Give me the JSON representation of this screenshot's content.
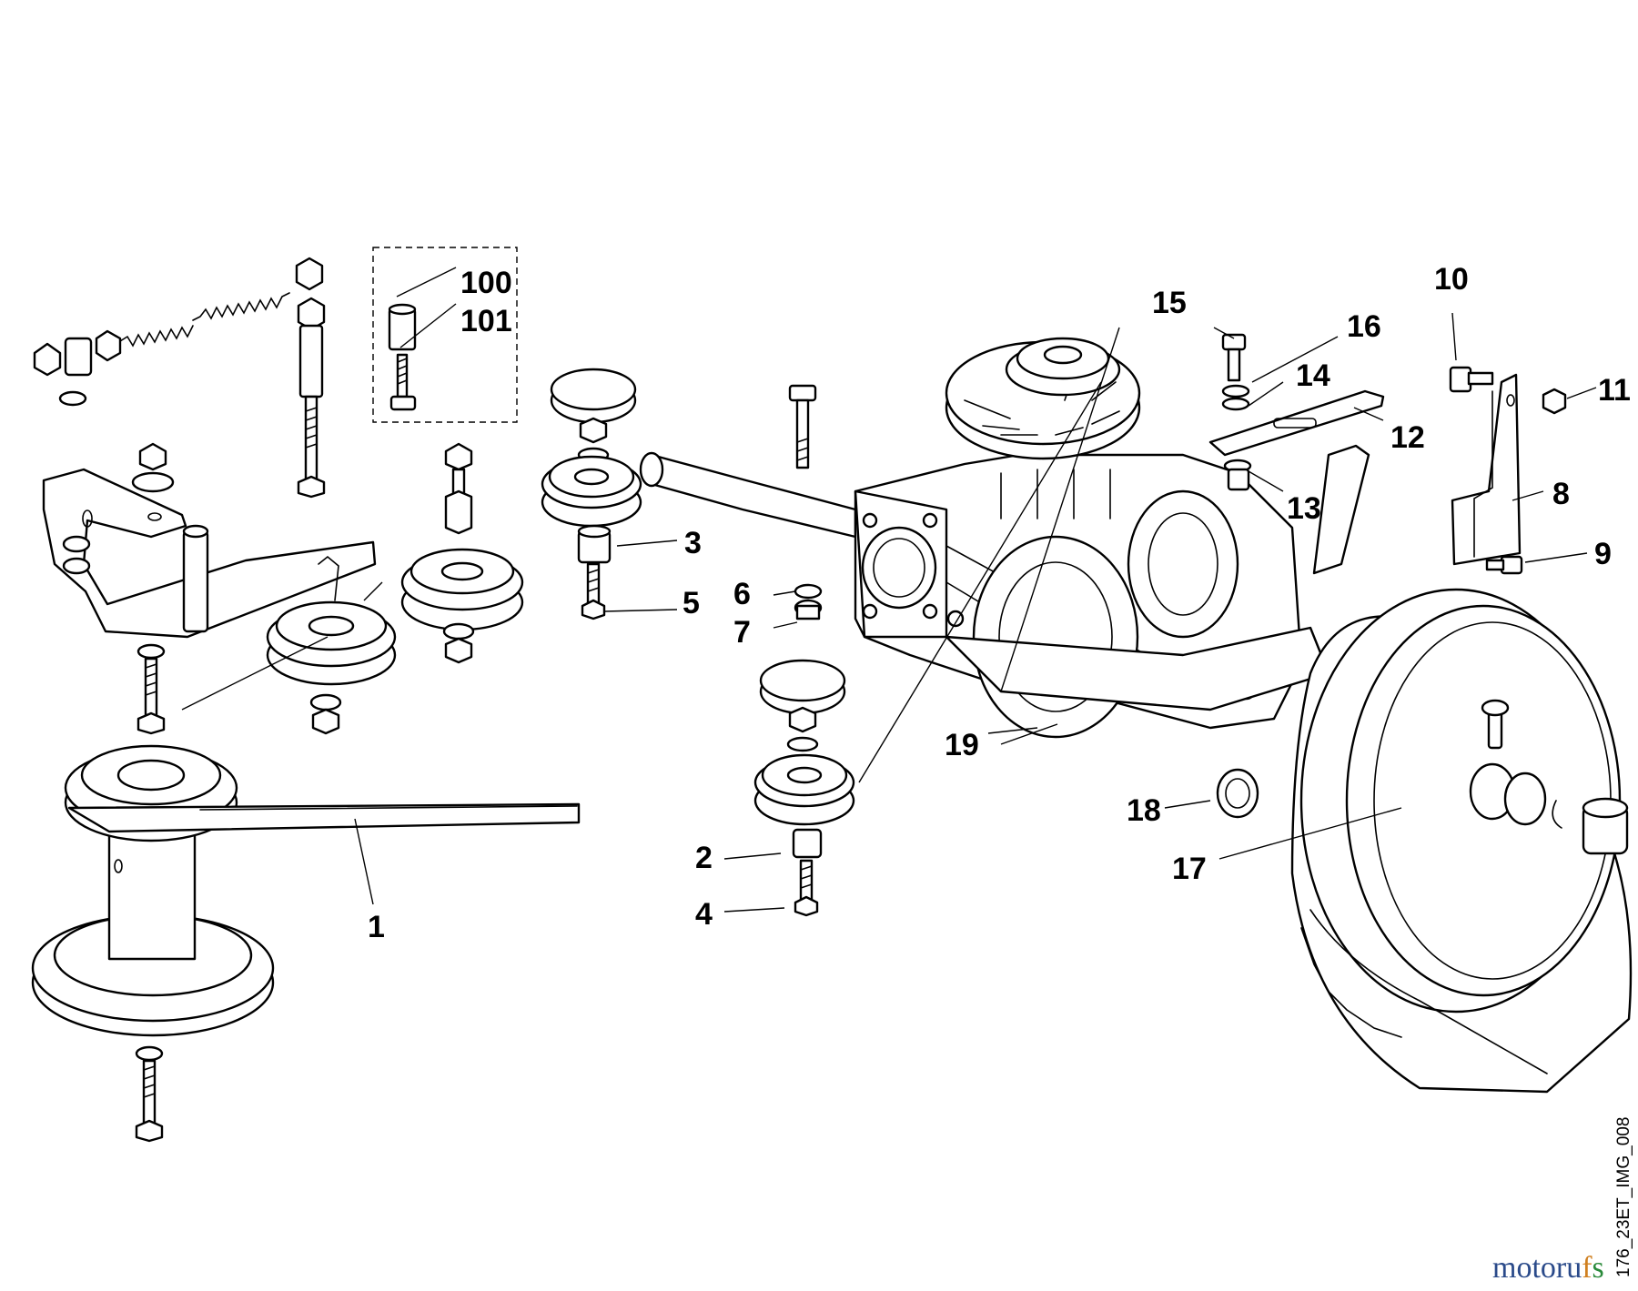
{
  "diagram": {
    "figure_code": "176_23ET_IMG_008",
    "brand": {
      "part1": "motoru",
      "part2": "f",
      "part3": "s"
    },
    "callouts": [
      {
        "id": "c1",
        "text": "1"
      },
      {
        "id": "c2",
        "text": "2"
      },
      {
        "id": "c3",
        "text": "3"
      },
      {
        "id": "c4",
        "text": "4"
      },
      {
        "id": "c5",
        "text": "5"
      },
      {
        "id": "c6",
        "text": "6"
      },
      {
        "id": "c7",
        "text": "7"
      },
      {
        "id": "c8",
        "text": "8"
      },
      {
        "id": "c9",
        "text": "9"
      },
      {
        "id": "c10",
        "text": "10"
      },
      {
        "id": "c11",
        "text": "11"
      },
      {
        "id": "c12",
        "text": "12"
      },
      {
        "id": "c13",
        "text": "13"
      },
      {
        "id": "c14",
        "text": "14"
      },
      {
        "id": "c15",
        "text": "15"
      },
      {
        "id": "c16",
        "text": "16"
      },
      {
        "id": "c17",
        "text": "17"
      },
      {
        "id": "c18",
        "text": "18"
      },
      {
        "id": "c19",
        "text": "19"
      },
      {
        "id": "c100",
        "text": "100"
      },
      {
        "id": "c101",
        "text": "101"
      }
    ]
  }
}
